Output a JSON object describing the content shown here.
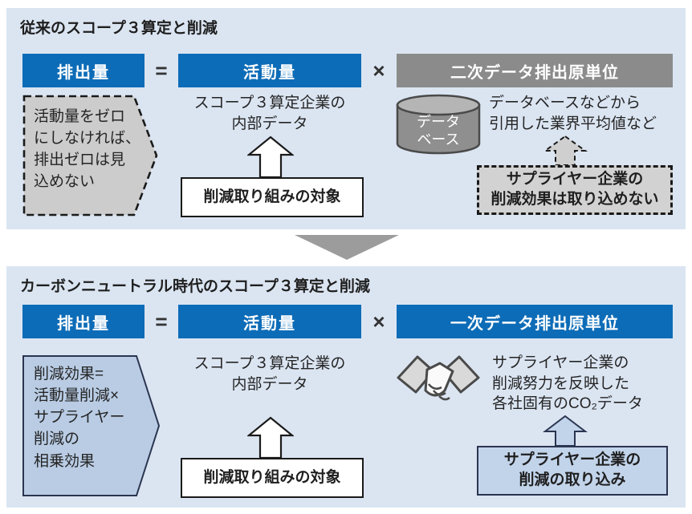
{
  "top_panel": {
    "title": "従来のスコープ３算定と削減",
    "emissions_label": "排出量",
    "equals_sign": "=",
    "activity_label": "活動量",
    "times_sign": "×",
    "intensity_label": "二次データ排出原単位",
    "side_note": "活動量をゼロ\nにしなければ、\n排出ゼロは見\n込めない",
    "activity_desc": "スコープ３算定企業の\n内部データ",
    "target_label": "削減取り組みの対象",
    "database_icon_label": "データ\nベース",
    "intensity_desc": "データベースなどから\n引用した業界平均値など",
    "supplier_note": "サプライヤー企業の\n削減効果は取り込めない"
  },
  "bottom_panel": {
    "title": "カーボンニュートラル時代のスコープ３算定と削減",
    "emissions_label": "排出量",
    "equals_sign": "=",
    "activity_label": "活動量",
    "times_sign": "×",
    "intensity_label": "一次データ排出原単位",
    "side_note": "削減効果=\n活動量削減×\nサプライヤー\n削減の\n相乗効果",
    "activity_desc": "スコープ３算定企業の\n内部データ",
    "target_label": "削減取り組みの対象",
    "intensity_desc": "サプライヤー企業の\n削減努力を反映した\n各社固有のCO₂データ",
    "supplier_note": "サプライヤー企業の\n削減の取り込み"
  },
  "icons": {
    "database_icon": "gray cylinder (database)",
    "handshake_icon": "handshake (partnership)",
    "down_arrow_icon": "large gray triangle pointing down",
    "up_arrow_icon": "block arrow pointing up"
  },
  "colors": {
    "panel_background": "#dbe5f2",
    "primary_blue": "#0d6cb7",
    "secondary_gray": "#8b8b8b",
    "light_gray_fill": "#d2d2d2",
    "light_blue_fill": "#c2d4ea",
    "transition_arrow_gray": "#9c9c9c",
    "text_dark": "#242424"
  }
}
